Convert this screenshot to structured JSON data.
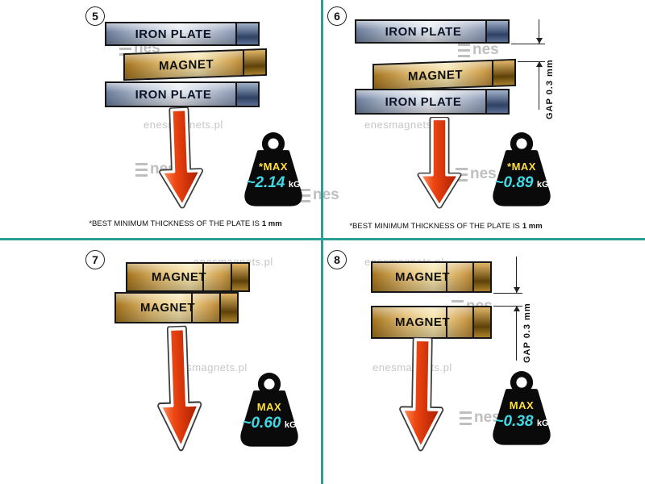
{
  "colors": {
    "divider_teal": "#28a096",
    "arrow_red": "#ee4612",
    "weight_black": "#0a0a0a",
    "max_yellow": "#ffdf3a",
    "value_cyan": "#3fd9e6",
    "plate_steel": "#aab6ca",
    "magnet_gold": "#e2bd72"
  },
  "watermark": {
    "site": "enesmagnets.pl",
    "logo": "nes"
  },
  "panel5": {
    "number": "5",
    "plate_top": "IRON PLATE",
    "magnet": "MAGNET",
    "plate_bottom": "IRON PLATE",
    "weight_label": "*MAX",
    "weight_value": "~2.14",
    "weight_unit": "kG",
    "caption_text": "*BEST MINIMUM THICKNESS OF THE PLATE IS",
    "caption_bold": "1 mm"
  },
  "panel6": {
    "number": "6",
    "plate_top": "IRON PLATE",
    "magnet": "MAGNET",
    "plate_bottom": "IRON PLATE",
    "gap_label": "GAP  0.3 mm",
    "weight_label": "*MAX",
    "weight_value": "~0.89",
    "weight_unit": "kG",
    "caption_text": "*BEST MINIMUM THICKNESS OF THE PLATE IS",
    "caption_bold": "1 mm"
  },
  "panel7": {
    "number": "7",
    "magnet_top": "MAGNET",
    "magnet_bottom": "MAGNET",
    "weight_label": "MAX",
    "weight_value": "~0.60",
    "weight_unit": "kG"
  },
  "panel8": {
    "number": "8",
    "magnet_top": "MAGNET",
    "magnet_bottom": "MAGNET",
    "gap_label": "GAP  0.3 mm",
    "weight_label": "MAX",
    "weight_value": "~0.38",
    "weight_unit": "kG"
  }
}
